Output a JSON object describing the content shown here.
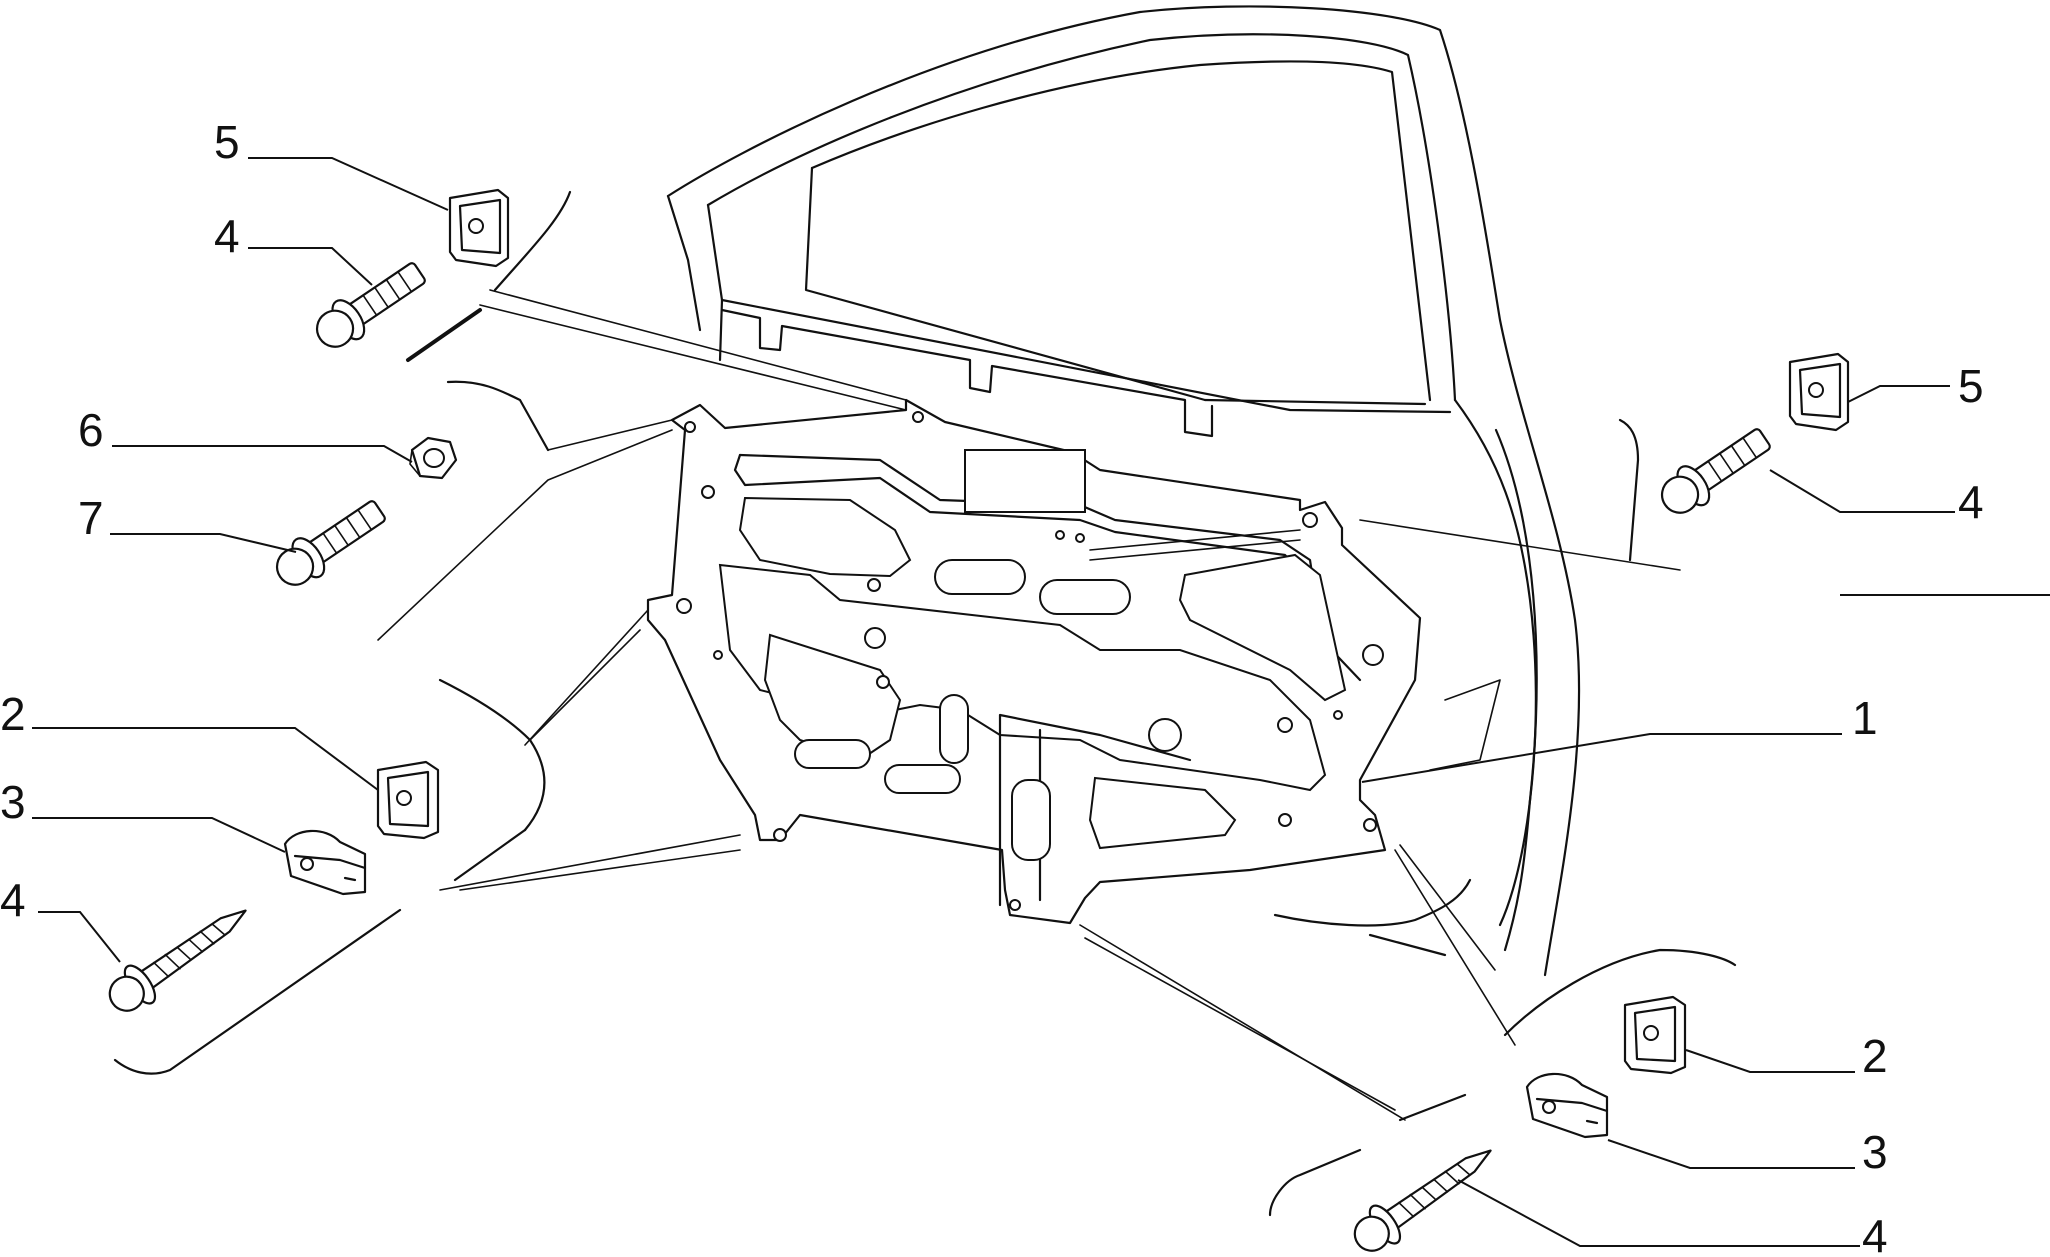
{
  "diagram": {
    "callouts": [
      {
        "id": "c5_top",
        "label": "5"
      },
      {
        "id": "c4_top",
        "label": "4"
      },
      {
        "id": "c6",
        "label": "6"
      },
      {
        "id": "c7",
        "label": "7"
      },
      {
        "id": "c2_left",
        "label": "2"
      },
      {
        "id": "c3_left",
        "label": "3"
      },
      {
        "id": "c4_left",
        "label": "4"
      },
      {
        "id": "c5_right",
        "label": "5"
      },
      {
        "id": "c4_right",
        "label": "4"
      },
      {
        "id": "c1",
        "label": "1"
      },
      {
        "id": "c2_right",
        "label": "2"
      },
      {
        "id": "c3_right",
        "label": "3"
      },
      {
        "id": "c4_bottom",
        "label": "4"
      }
    ]
  }
}
